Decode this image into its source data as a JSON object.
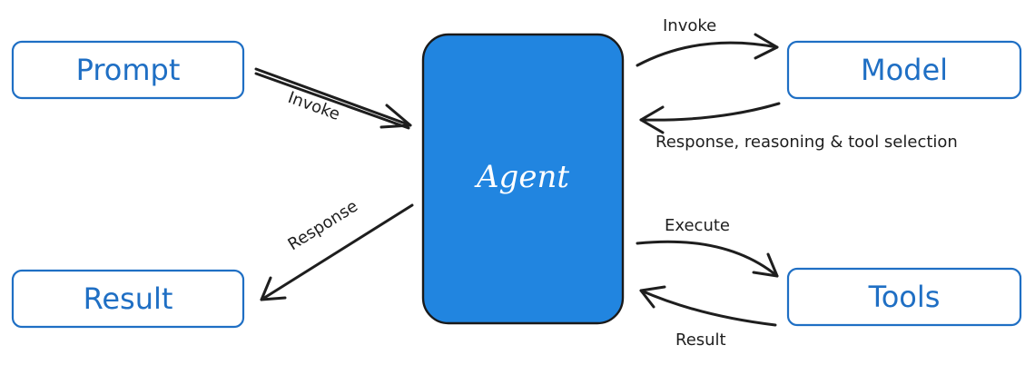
{
  "nodes": {
    "prompt": "Prompt",
    "result": "Result",
    "agent": "Agent",
    "model": "Model",
    "tools": "Tools"
  },
  "edges": {
    "prompt_to_agent": "Invoke",
    "agent_to_result": "Response",
    "agent_to_model": "Invoke",
    "model_to_agent": "Response, reasoning & tool selection",
    "agent_to_tools": "Execute",
    "tools_to_agent": "Result"
  },
  "colors": {
    "node_border": "#1f6fc4",
    "node_text": "#1f6fc4",
    "agent_fill": "#2185e0",
    "agent_text": "#ffffff",
    "arrow": "#1e1e1e"
  }
}
